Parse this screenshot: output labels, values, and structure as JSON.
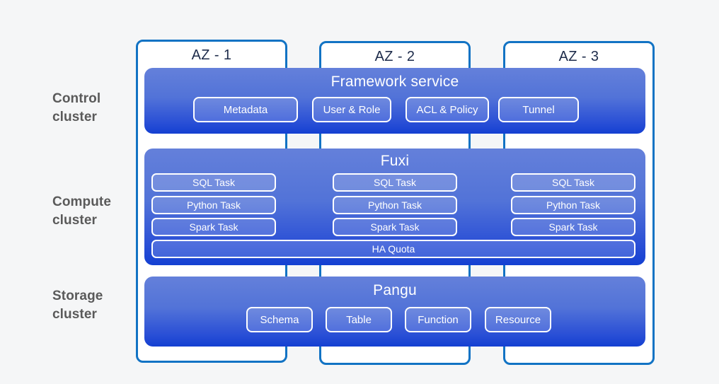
{
  "rows": [
    {
      "id": "control",
      "label": "Control\ncluster"
    },
    {
      "id": "compute",
      "label": "Compute\ncluster"
    },
    {
      "id": "storage",
      "label": "Storage\ncluster"
    }
  ],
  "row_labels": {
    "control_line1": "Control",
    "control_line2": "cluster",
    "compute_line1": "Compute",
    "compute_line2": "cluster",
    "storage_line1": "Storage",
    "storage_line2": "cluster"
  },
  "zones": [
    {
      "id": "az1",
      "title": "AZ - 1"
    },
    {
      "id": "az2",
      "title": "AZ - 2"
    },
    {
      "id": "az3",
      "title": "AZ - 3"
    }
  ],
  "bands": {
    "framework": {
      "title": "Framework service",
      "pills": [
        "Metadata",
        "User & Role",
        "ACL & Policy",
        "Tunnel"
      ]
    },
    "fuxi": {
      "title": "Fuxi",
      "task_rows": [
        "SQL Task",
        "Python Task",
        "Spark Task"
      ],
      "columns": [
        {
          "zone": "AZ - 1",
          "tasks": [
            "SQL Task",
            "Python Task",
            "Spark Task"
          ]
        },
        {
          "zone": "AZ - 2",
          "tasks": [
            "SQL Task",
            "Python Task",
            "Spark Task"
          ]
        },
        {
          "zone": "AZ - 3",
          "tasks": [
            "SQL Task",
            "Python Task",
            "Spark Task"
          ]
        }
      ],
      "full_width_pill": "HA Quota"
    },
    "pangu": {
      "title": "Pangu",
      "pills": [
        "Schema",
        "Table",
        "Function",
        "Resource"
      ]
    }
  },
  "colors": {
    "background": "#f5f6f7",
    "zone_border": "#1273c4",
    "zone_title_text": "#1d2b4a",
    "row_label_text": "#5a5a5a",
    "band_gradient_top": "#6480da",
    "band_gradient_bottom": "#1440d2",
    "pill_border": "#ffffff",
    "pill_text": "#ffffff"
  }
}
